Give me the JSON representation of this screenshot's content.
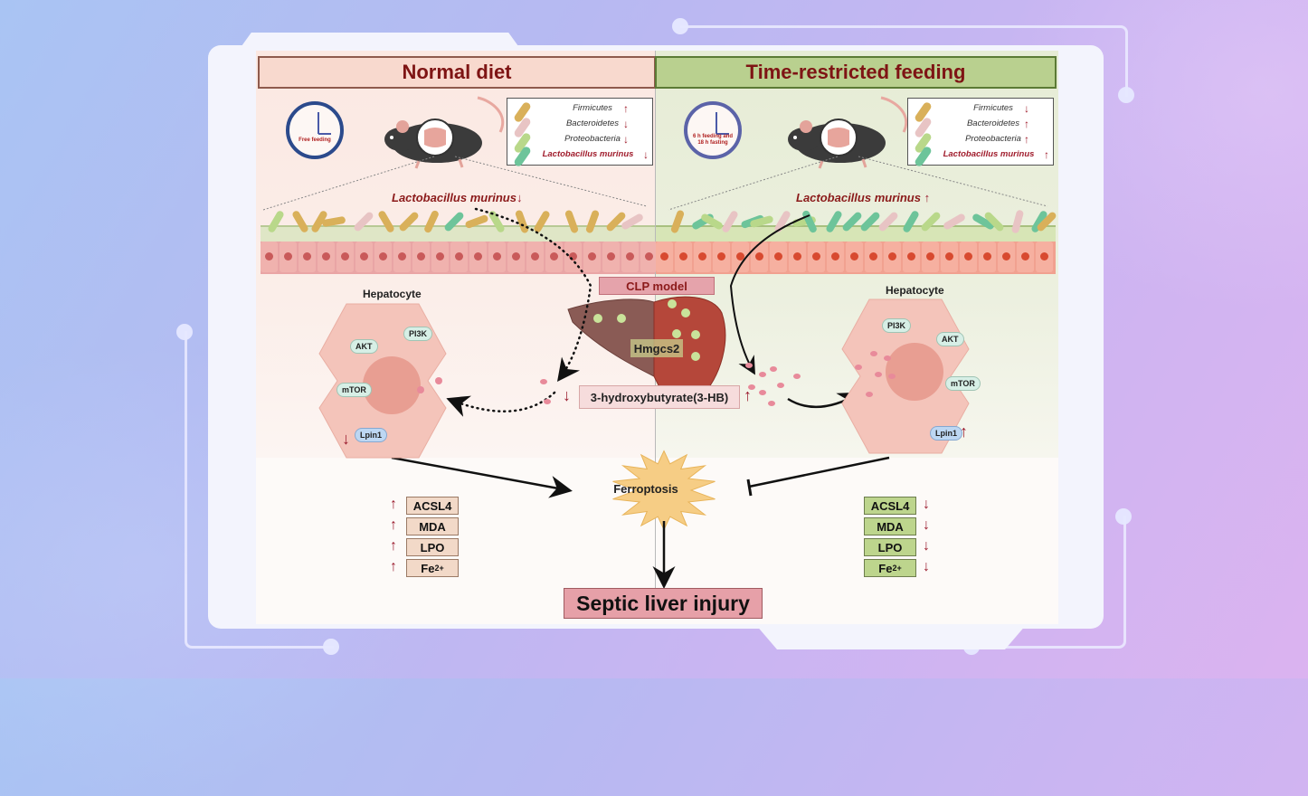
{
  "panels": {
    "left": {
      "title": "Normal diet",
      "clock_label": "Free feeding",
      "legend": [
        {
          "name": "Firmicutes",
          "direction": "up"
        },
        {
          "name": "Bacteroidetes",
          "direction": "down"
        },
        {
          "name": "Proteobacteria",
          "direction": "down"
        },
        {
          "name": "Lactobacillus murinus",
          "direction": "down",
          "highlight": true
        }
      ],
      "lm_label": "Lactobacillus murinus",
      "lm_direction": "down",
      "hepatocyte": {
        "title": "Hepatocyte",
        "proteins": [
          "AKT",
          "PI3K",
          "mTOR",
          "Lpin1"
        ],
        "lpin1_direction": "down"
      },
      "markers": [
        {
          "name": "ACSL4",
          "direction": "up"
        },
        {
          "name": "MDA",
          "direction": "up"
        },
        {
          "name": "LPO",
          "direction": "up"
        },
        {
          "name": "Fe",
          "sup": "2+",
          "direction": "up"
        }
      ]
    },
    "right": {
      "title": "Time-restricted feeding",
      "clock_label_1": "6 h feeding and",
      "clock_label_2": "18 h fasting",
      "legend": [
        {
          "name": "Firmicutes",
          "direction": "down"
        },
        {
          "name": "Bacteroidetes",
          "direction": "up"
        },
        {
          "name": "Proteobacteria",
          "direction": "up"
        },
        {
          "name": "Lactobacillus murinus",
          "direction": "up",
          "highlight": true
        }
      ],
      "lm_label": "Lactobacillus murinus",
      "lm_direction": "up",
      "hepatocyte": {
        "title": "Hepatocyte",
        "proteins": [
          "PI3K",
          "AKT",
          "mTOR",
          "Lpin1"
        ],
        "lpin1_direction": "up"
      },
      "markers": [
        {
          "name": "ACSL4",
          "direction": "down"
        },
        {
          "name": "MDA",
          "direction": "down"
        },
        {
          "name": "LPO",
          "direction": "down"
        },
        {
          "name": "Fe",
          "sup": "2+",
          "direction": "down"
        }
      ]
    }
  },
  "center": {
    "clp_model": "CLP model",
    "hmgcs2": "Hmgcs2",
    "metabolite": "3-hydroxybutyrate(3-HB)",
    "metabolite_left_direction": "down",
    "metabolite_right_direction": "up",
    "ferroptosis": "Ferroptosis",
    "outcome": "Septic liver injury"
  },
  "colors": {
    "title_text": "#7e1414",
    "arrow_red": "#9b1c2e",
    "firmicutes": "#d9b05a",
    "bacteroidetes": "#e8c4c4",
    "proteobacteria": "#b9d88a",
    "lactobacillus": "#6dc49a",
    "normal_header": "#f8d9ce",
    "trf_header": "#b9d08f"
  },
  "icons": {
    "up": "↑",
    "down": "↓"
  }
}
